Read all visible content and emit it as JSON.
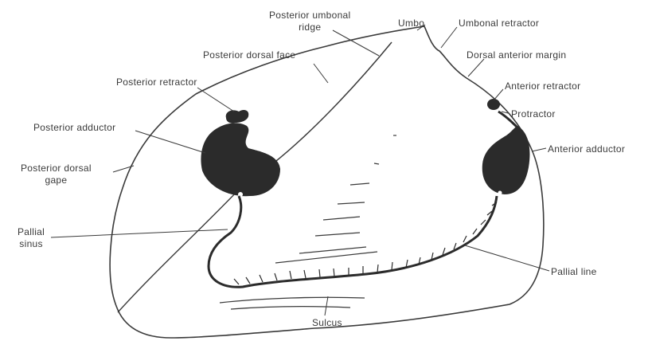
{
  "colors": {
    "outline": "#3a3a3a",
    "muscle": "#2b2b2b",
    "text": "#3a3a3a"
  },
  "labels": {
    "posterior_umbonal_ridge": [
      "Posterior umbonal",
      "ridge"
    ],
    "umbo": "Umbo",
    "umbonal_retractor": "Umbonal retractor",
    "posterior_dorsal_face": "Posterior dorsal face",
    "dorsal_anterior_margin": "Dorsal anterior margin",
    "posterior_retractor": "Posterior retractor",
    "anterior_retractor": "Anterior retractor",
    "protractor": "Protractor",
    "posterior_adductor": "Posterior adductor",
    "anterior_adductor": "Anterior adductor",
    "posterior_dorsal_gape": [
      "Posterior dorsal",
      "gape"
    ],
    "pallial_sinus": [
      "Pallial",
      "sinus"
    ],
    "pallial_line": "Pallial line",
    "sulcus": "Sulcus"
  }
}
